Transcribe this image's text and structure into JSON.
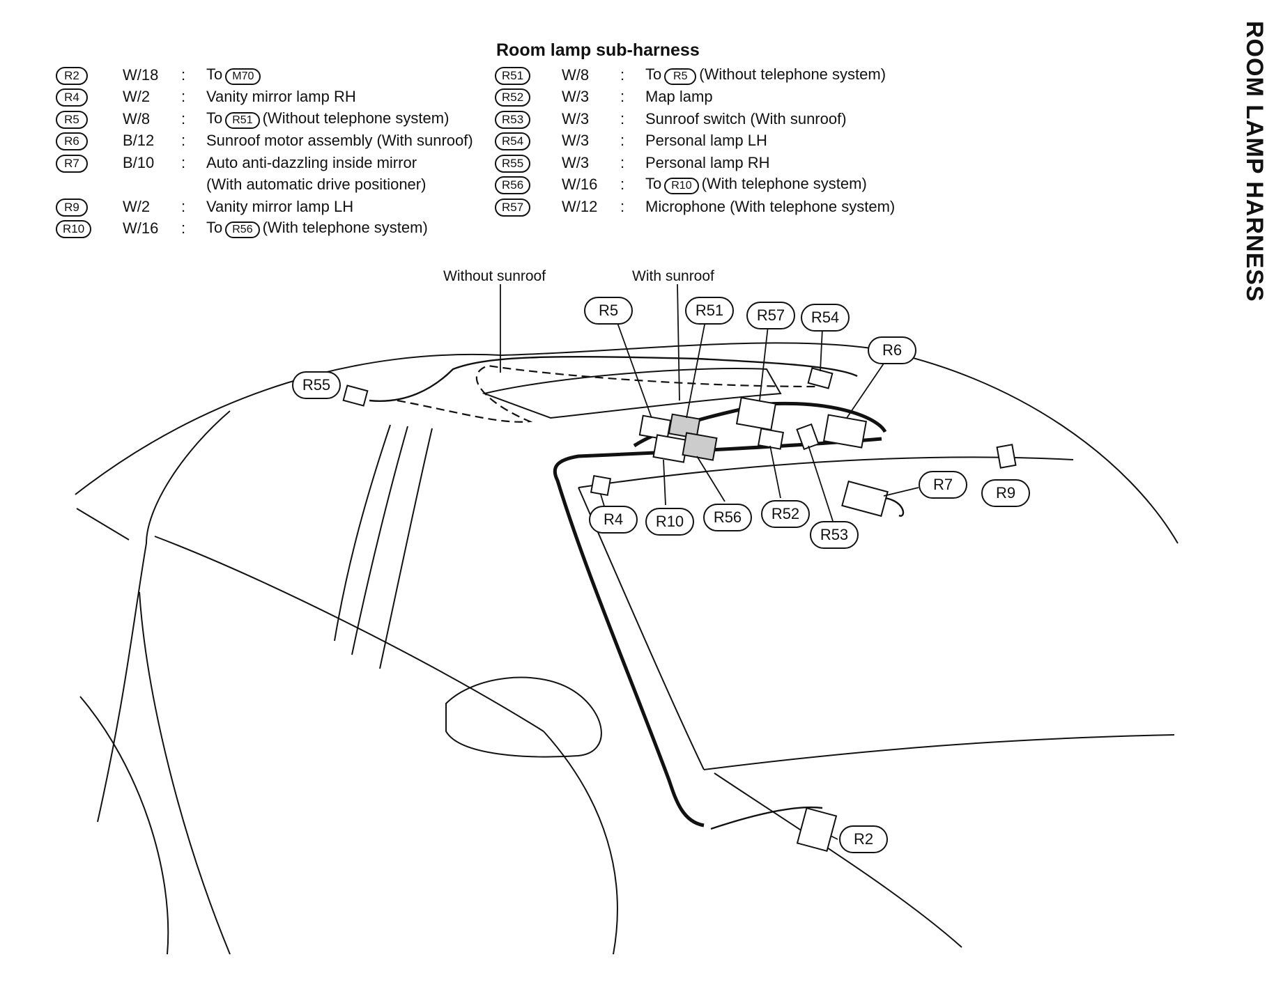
{
  "side_title": "ROOM LAMP HARNESS",
  "subharness_title": "Room lamp sub-harness",
  "legend_left": [
    {
      "id": "R2",
      "type": "W/18",
      "text_before": "To",
      "ref": "M70",
      "text_after": ""
    },
    {
      "id": "R4",
      "type": "W/2",
      "text_before": "Vanity mirror lamp RH",
      "ref": "",
      "text_after": ""
    },
    {
      "id": "R5",
      "type": "W/8",
      "text_before": "To",
      "ref": "R51",
      "text_after": "(Without telephone system)"
    },
    {
      "id": "R6",
      "type": "B/12",
      "text_before": "Sunroof motor assembly (With sunroof)",
      "ref": "",
      "text_after": ""
    },
    {
      "id": "R7",
      "type": "B/10",
      "text_before": "Auto anti-dazzling inside mirror",
      "ref": "",
      "text_after": ""
    },
    {
      "id": "",
      "type": "",
      "text_before": "(With automatic drive positioner)",
      "ref": "",
      "text_after": ""
    },
    {
      "id": "R9",
      "type": "W/2",
      "text_before": "Vanity mirror lamp LH",
      "ref": "",
      "text_after": ""
    },
    {
      "id": "R10",
      "type": "W/16",
      "text_before": "To",
      "ref": "R56",
      "text_after": "(With telephone system)"
    }
  ],
  "legend_right": [
    {
      "id": "R51",
      "type": "W/8",
      "text_before": "To",
      "ref": "R5",
      "text_after": "(Without telephone system)"
    },
    {
      "id": "R52",
      "type": "W/3",
      "text_before": "Map lamp",
      "ref": "",
      "text_after": ""
    },
    {
      "id": "R53",
      "type": "W/3",
      "text_before": "Sunroof switch (With sunroof)",
      "ref": "",
      "text_after": ""
    },
    {
      "id": "R54",
      "type": "W/3",
      "text_before": "Personal lamp LH",
      "ref": "",
      "text_after": ""
    },
    {
      "id": "R55",
      "type": "W/3",
      "text_before": "Personal lamp RH",
      "ref": "",
      "text_after": ""
    },
    {
      "id": "R56",
      "type": "W/16",
      "text_before": "To",
      "ref": "R10",
      "text_after": "(With telephone system)"
    },
    {
      "id": "R57",
      "type": "W/12",
      "text_before": "Microphone (With telephone system)",
      "ref": "",
      "text_after": ""
    }
  ],
  "annotations": {
    "without_sunroof": "Without sunroof",
    "with_sunroof": "With sunroof"
  },
  "callouts": {
    "R2": "R2",
    "R4": "R4",
    "R5": "R5",
    "R6": "R6",
    "R7": "R7",
    "R9": "R9",
    "R10": "R10",
    "R51": "R51",
    "R52": "R52",
    "R53": "R53",
    "R54": "R54",
    "R55": "R55",
    "R56": "R56",
    "R57": "R57"
  }
}
